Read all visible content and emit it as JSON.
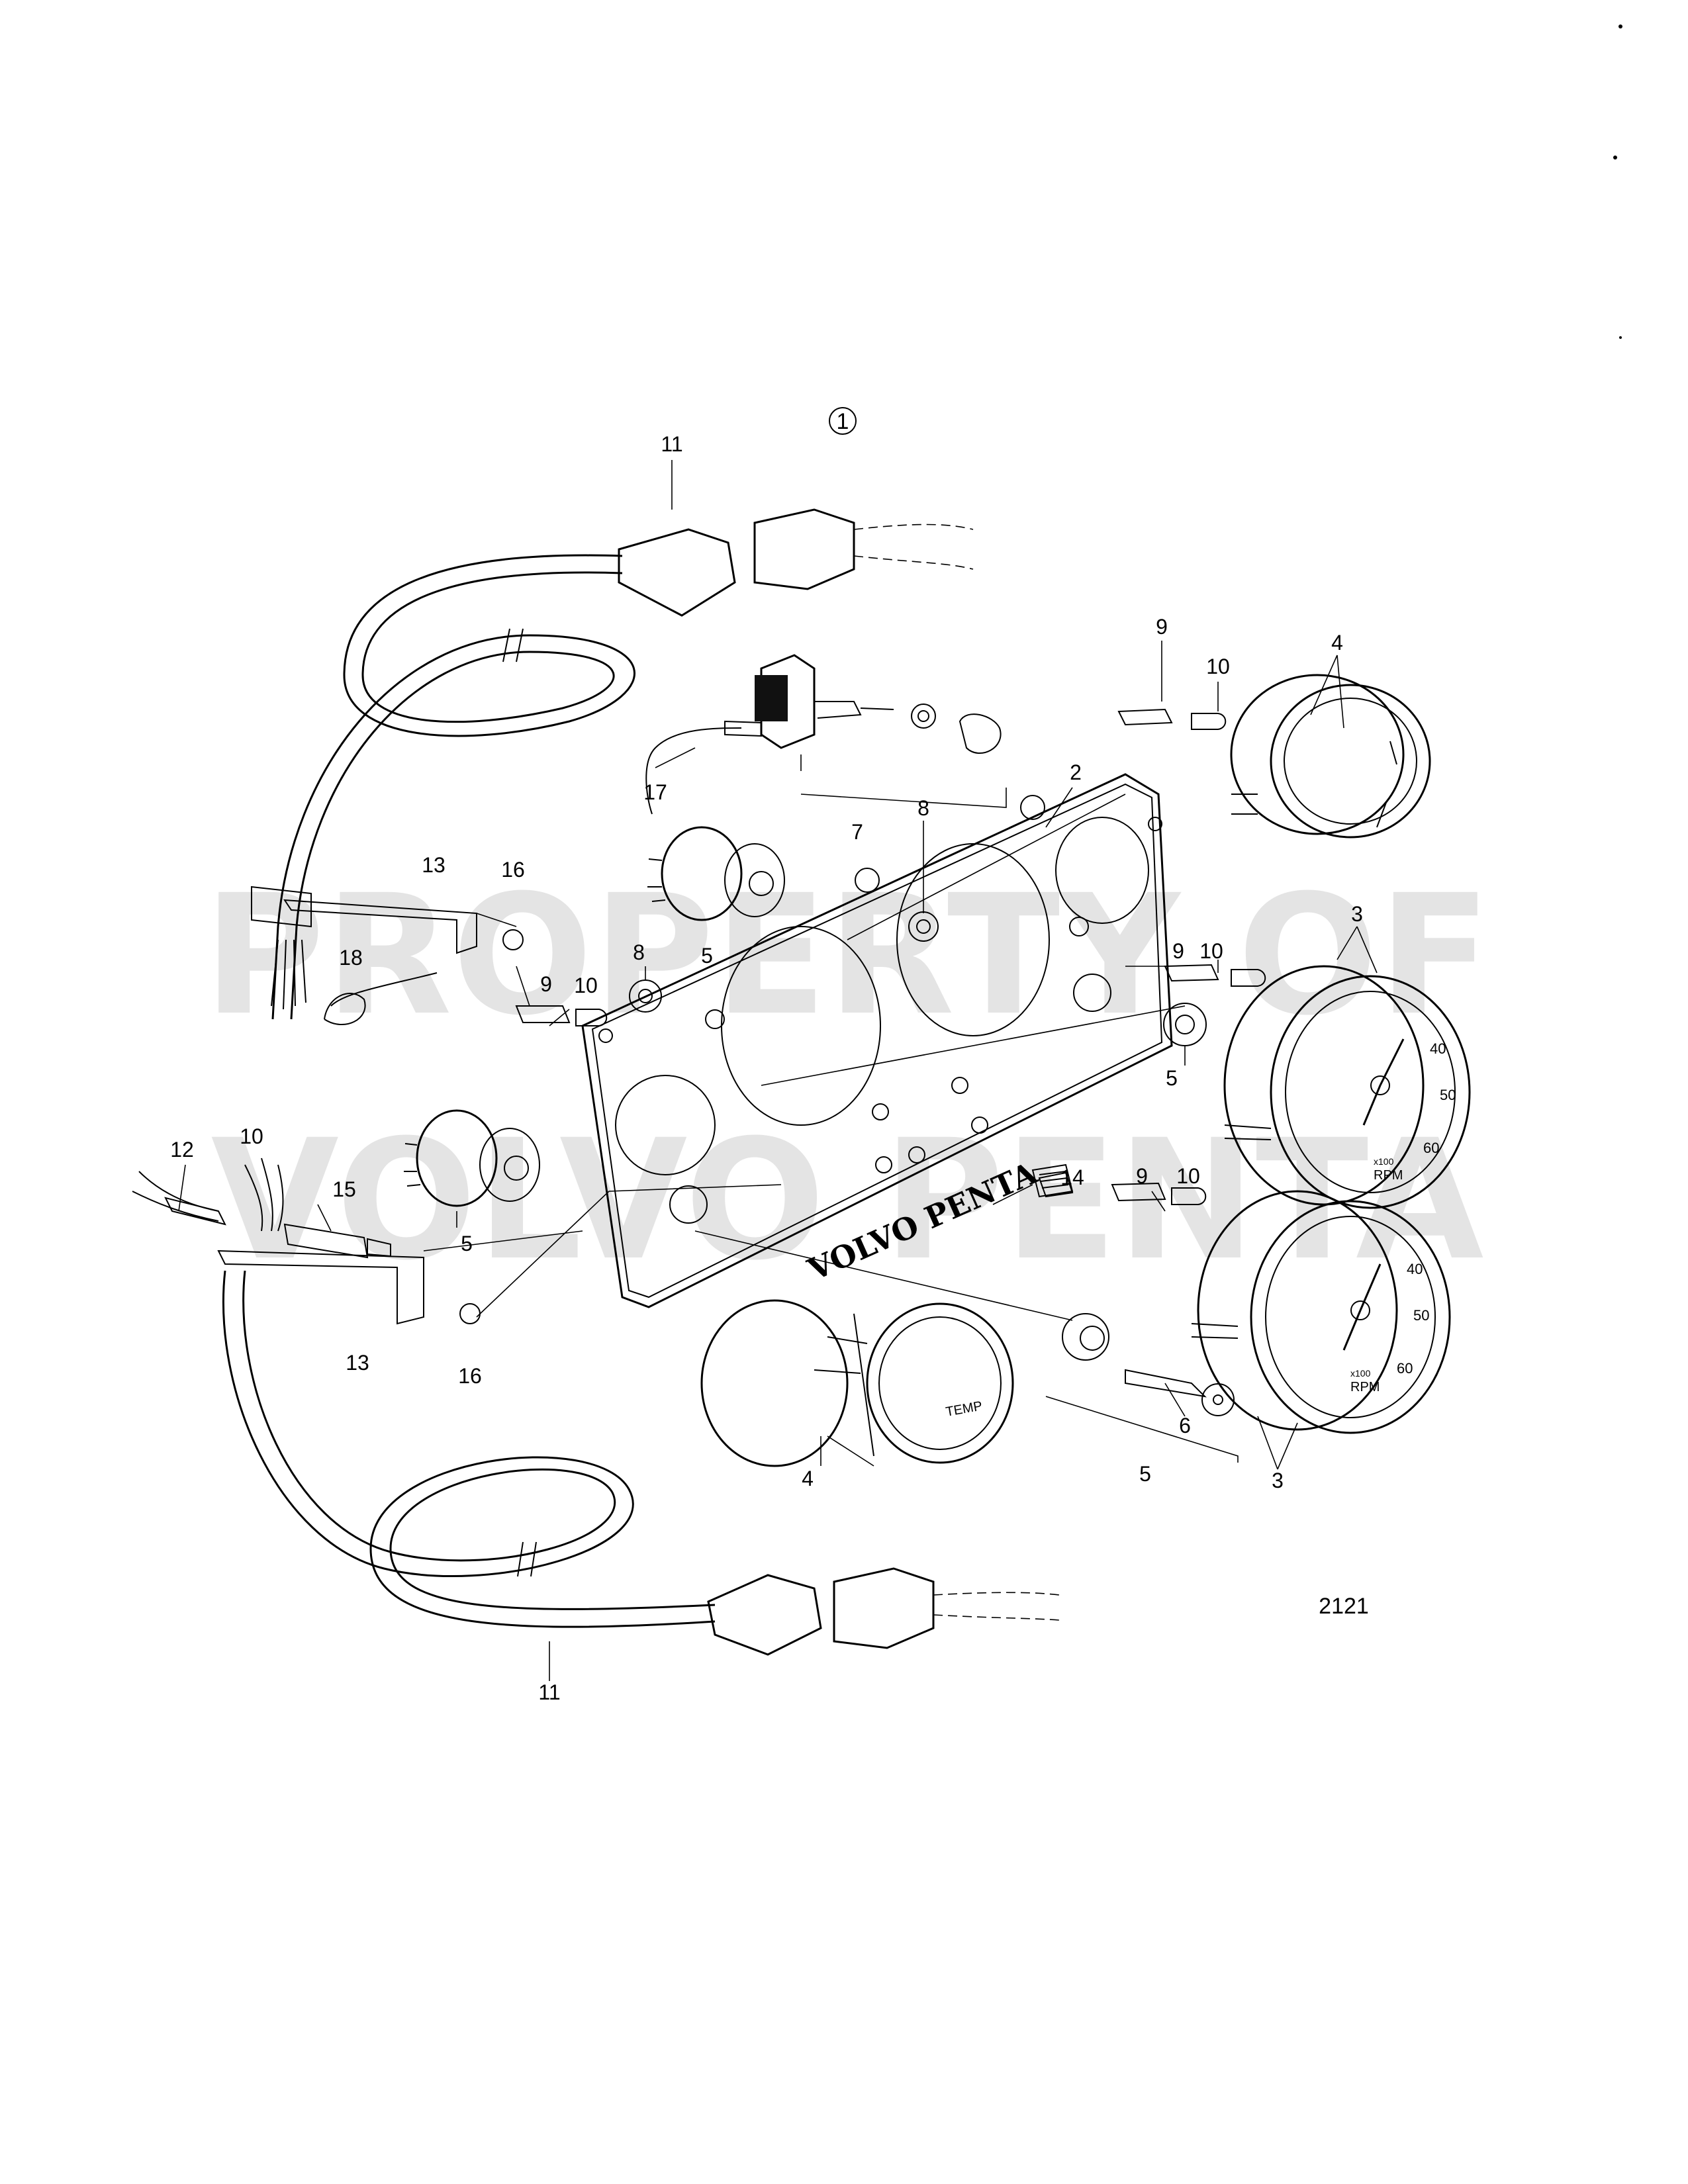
{
  "figure": {
    "circle_marker": "1",
    "drawing_number": "2121",
    "watermark_line1": "PROPERTY OF",
    "watermark_line2": "VOLVO PENTA"
  },
  "panel_lettering": "VOLVO PENTA",
  "gauge_text": {
    "rpm_label": "RPM",
    "rpm_factor": "x100",
    "rpm_ticks": [
      "40",
      "50",
      "60"
    ],
    "temp_label": "TEMP"
  },
  "callouts": [
    {
      "id": "c-11-top",
      "label": "11"
    },
    {
      "id": "c-9-top",
      "label": "9"
    },
    {
      "id": "c-10-top",
      "label": "10"
    },
    {
      "id": "c-4-top",
      "label": "4"
    },
    {
      "id": "c-2",
      "label": "2"
    },
    {
      "id": "c-17",
      "label": "17"
    },
    {
      "id": "c-7",
      "label": "7"
    },
    {
      "id": "c-8-a",
      "label": "8"
    },
    {
      "id": "c-13-top",
      "label": "13"
    },
    {
      "id": "c-16-top",
      "label": "16"
    },
    {
      "id": "c-5-a",
      "label": "5"
    },
    {
      "id": "c-18",
      "label": "18"
    },
    {
      "id": "c-8-b",
      "label": "8"
    },
    {
      "id": "c-9-mid",
      "label": "9"
    },
    {
      "id": "c-10-mid",
      "label": "10"
    },
    {
      "id": "c-9-right",
      "label": "9"
    },
    {
      "id": "c-10-right",
      "label": "10"
    },
    {
      "id": "c-3-top",
      "label": "3"
    },
    {
      "id": "c-5-b",
      "label": "5"
    },
    {
      "id": "c-12",
      "label": "12"
    },
    {
      "id": "c-10-left",
      "label": "10"
    },
    {
      "id": "c-15",
      "label": "15"
    },
    {
      "id": "c-5-c",
      "label": "5"
    },
    {
      "id": "c-13-bottom",
      "label": "13"
    },
    {
      "id": "c-16-bottom",
      "label": "16"
    },
    {
      "id": "c-14",
      "label": "14"
    },
    {
      "id": "c-9-low",
      "label": "9"
    },
    {
      "id": "c-10-low",
      "label": "10"
    },
    {
      "id": "c-4-bottom",
      "label": "4"
    },
    {
      "id": "c-6",
      "label": "6"
    },
    {
      "id": "c-5-d",
      "label": "5"
    },
    {
      "id": "c-3-bottom",
      "label": "3"
    },
    {
      "id": "c-11-bottom",
      "label": "11"
    }
  ]
}
